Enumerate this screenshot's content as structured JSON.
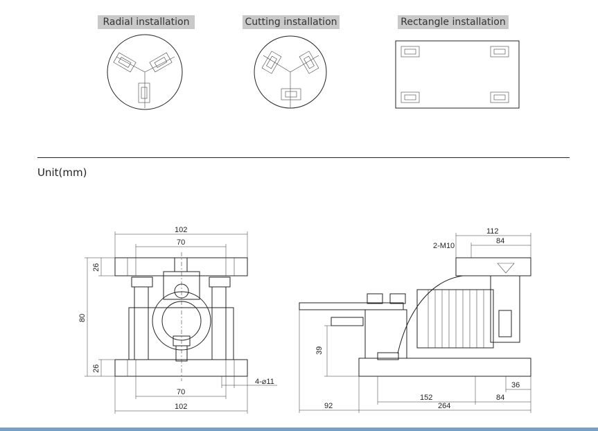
{
  "installations": {
    "radial": "Radial installation",
    "cutting": "Cutting installation",
    "rectangle": "Rectangle installation"
  },
  "unit_label": "Unit(mm)",
  "front_view": {
    "dim_top_total": "102",
    "dim_top_inner": "70",
    "dim_height": "80",
    "dim_top_plate": "26",
    "dim_bottom_plate": "26",
    "dim_bottom_inner": "70",
    "dim_bottom_total": "102",
    "hole_note": "4-⌀11"
  },
  "side_view": {
    "thread_note": "2-M10",
    "dim_top_total": "112",
    "dim_top_inner": "84",
    "dim_height": "39",
    "dim_right": "36",
    "dim_left": "92",
    "dim_middle": "152",
    "dim_right_bottom": "84",
    "dim_total": "264"
  }
}
